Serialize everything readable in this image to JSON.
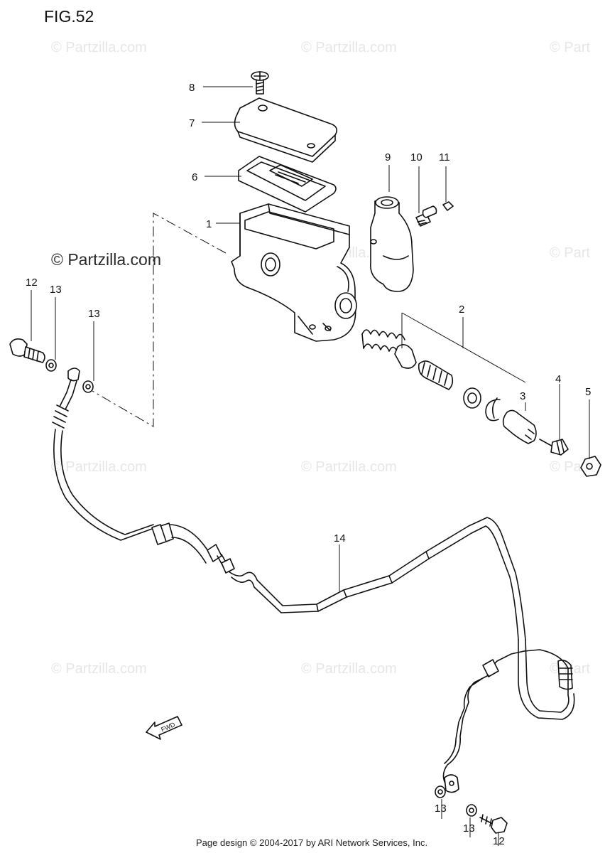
{
  "figure": {
    "title": "FIG.52"
  },
  "watermark": {
    "text": "© Partzilla.com",
    "text_cut": "© Part"
  },
  "footer": {
    "text": "Page design © 2004-2017 by ARI Network Services, Inc."
  },
  "fwd_arrow": {
    "label": "FWD"
  },
  "callouts": [
    {
      "id": "c1",
      "label": "1"
    },
    {
      "id": "c2",
      "label": "2"
    },
    {
      "id": "c3",
      "label": "3"
    },
    {
      "id": "c4",
      "label": "4"
    },
    {
      "id": "c5",
      "label": "5"
    },
    {
      "id": "c6",
      "label": "6"
    },
    {
      "id": "c7",
      "label": "7"
    },
    {
      "id": "c8",
      "label": "8"
    },
    {
      "id": "c9",
      "label": "9"
    },
    {
      "id": "c10",
      "label": "10"
    },
    {
      "id": "c11",
      "label": "11"
    },
    {
      "id": "c12a",
      "label": "12"
    },
    {
      "id": "c13a",
      "label": "13"
    },
    {
      "id": "c13b",
      "label": "13"
    },
    {
      "id": "c14",
      "label": "14"
    },
    {
      "id": "c13c",
      "label": "13"
    },
    {
      "id": "c13d",
      "label": "13"
    },
    {
      "id": "c12b",
      "label": "12"
    }
  ]
}
